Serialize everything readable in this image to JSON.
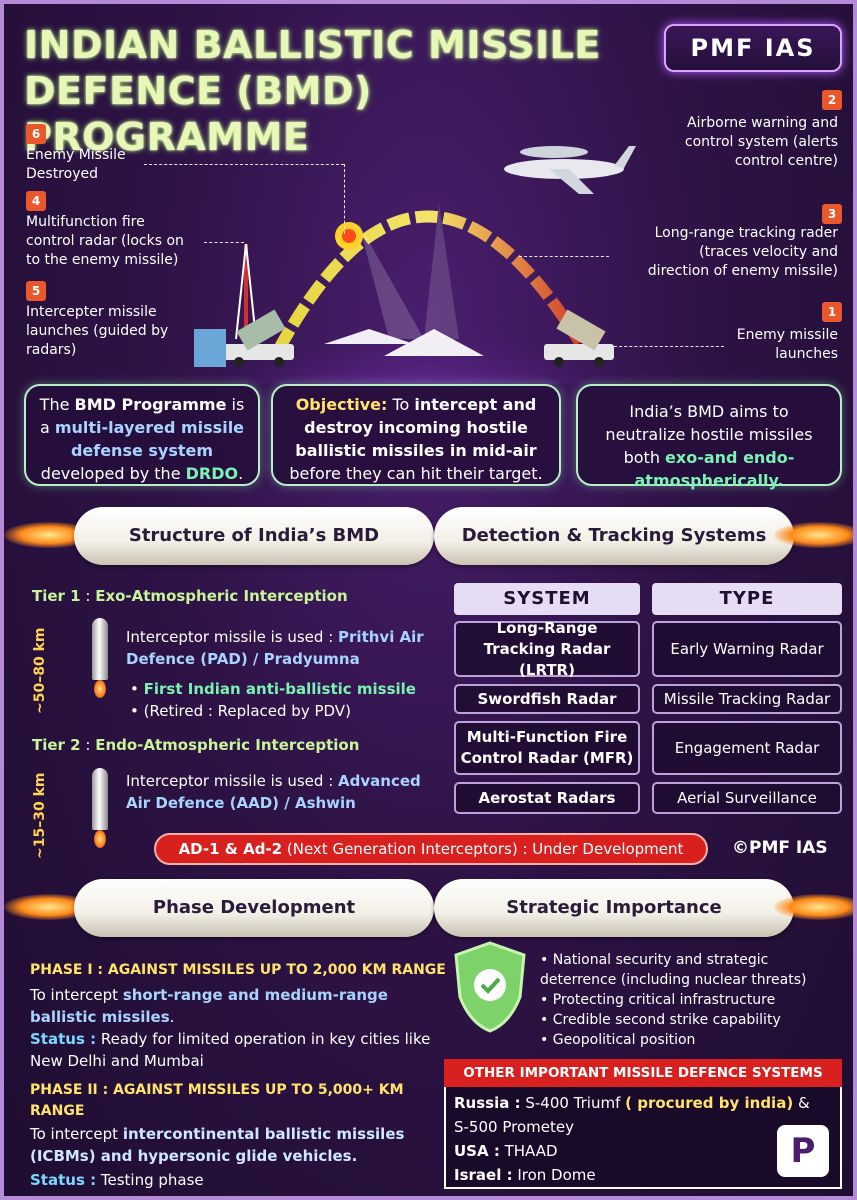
{
  "header": {
    "title_line1": "INDIAN BALLISTIC MISSILE",
    "title_line2": "DEFENCE (BMD) PROGRAMME",
    "brand": "PMF IAS"
  },
  "steps": [
    {
      "num": "1",
      "text1": "Enemy missile",
      "text2": "launches"
    },
    {
      "num": "2",
      "text1": "Airborne warning and",
      "text2": "control system (alerts",
      "text3": "control centre)"
    },
    {
      "num": "3",
      "text1": "Long-range tracking rader",
      "text2": "(traces velocity and",
      "text3": "direction of enemy missile)"
    },
    {
      "num": "4",
      "text1": "Multifunction fire",
      "text2": "control radar (locks on",
      "text3": "to the enemy missile)"
    },
    {
      "num": "5",
      "text1": "Intercepter missile",
      "text2": "launches (guided by",
      "text3": "radars)"
    },
    {
      "num": "6",
      "text1": "Enemy Missile",
      "text2": "Destroyed"
    }
  ],
  "info": {
    "box1": {
      "p1": "The ",
      "b1": "BMD Programme",
      "p2": " is a ",
      "b2": "multi-layered missile defense system",
      "p3": " developed by the ",
      "b3": "DRDO",
      "p4": "."
    },
    "box2": {
      "b1": "Objective:",
      "p1": " To ",
      "b2": "intercept and destroy incoming hostile ballistic missiles in mid-air",
      "p2": " before they can hit their target."
    },
    "box3": {
      "p1": "India’s BMD aims to neutralize hostile missiles both ",
      "b1": "exo-and endo-atmospherically."
    }
  },
  "sections": {
    "structure": "Structure of India’s BMD",
    "detection": "Detection & Tracking Systems",
    "phase": "Phase Development",
    "strategic": "Strategic Importance"
  },
  "tiers": {
    "tier1_label": "Tier 1",
    "tier1_sep": " : ",
    "tier1_title": "Exo-Atmospheric Interception",
    "tier1_km": "~50–80 km",
    "tier1_p": "Interceptor missile is used : ",
    "tier1_b": "Prithvi Air Defence (PAD) / Pradyumna",
    "tier1_bullet1": "First Indian anti-ballistic missile",
    "tier1_bullet2": "(Retired : Replaced by PDV)",
    "tier2_label": "Tier 2",
    "tier2_sep": " : ",
    "tier2_title": "Endo-Atmospheric Interception",
    "tier2_km": "~15–30 km",
    "tier2_p": "Interceptor missile is used  : ",
    "tier2_b": "Advanced Air Defence (AAD) / Ashwin"
  },
  "table": {
    "headers": [
      "SYSTEM",
      "TYPE"
    ],
    "rows": [
      [
        "Long-Range Tracking Radar (LRTR)",
        "Early Warning Radar"
      ],
      [
        "Swordfish Radar",
        "Missile Tracking Radar"
      ],
      [
        "Multi-Function Fire Control Radar (MFR)",
        "Engagement Radar"
      ],
      [
        "Aerostat Radars",
        "Aerial Surveillance"
      ]
    ]
  },
  "ad_bar": {
    "b": "AD-1 & Ad-2",
    "p": " (Next Generation Interceptors) : Under Development"
  },
  "copyright": "©PMF IAS",
  "phases": {
    "p1_head": "PHASE I :  AGAINST MISSILES UP TO 2,000 KM RANGE",
    "p1_t1": "To intercept ",
    "p1_b1": "short-range and medium-range ballistic missiles",
    "p1_t2": ".",
    "p1_status_label": "Status :",
    "p1_status": " Ready for limited operation in key cities like New Delhi and Mumbai",
    "p2_head": "PHASE II : AGAINST MISSILES UP TO 5,000+ KM RANGE",
    "p2_t1": "To intercept ",
    "p2_b1": "intercontinental ballistic missiles (ICBMs) and hypersonic glide vehicles.",
    "p2_status_label": "Status :",
    "p2_status": " Testing phase"
  },
  "strategic": [
    "National security and strategic deterrence (including nuclear threats)",
    "Protecting critical infrastructure",
    "Credible second strike capability",
    "Geopolitical position"
  ],
  "other": {
    "head": "OTHER IMPORTANT MISSILE DEFENCE SYSTEMS",
    "russia_label": "Russia :",
    "russia_1": " S-400 Triumf ",
    "russia_hl": "( procured by india)",
    "russia_2": " &",
    "russia_3": "S-500 Prometey",
    "usa_label": "USA :",
    "usa": " THAAD",
    "israel_label": "Israel :",
    "israel": " Iron Dome",
    "logo": "P"
  },
  "colors": {
    "accent_red": "#d8201f",
    "green_glow": "#b7f0c6",
    "yellow": "#ffe36a",
    "purple_bg": "#2e1346"
  },
  "icons": [
    "shield-check-icon",
    "airplane-icon",
    "radar-tower-icon",
    "launcher-truck-icon",
    "missile-icon",
    "brand-logo-icon"
  ]
}
